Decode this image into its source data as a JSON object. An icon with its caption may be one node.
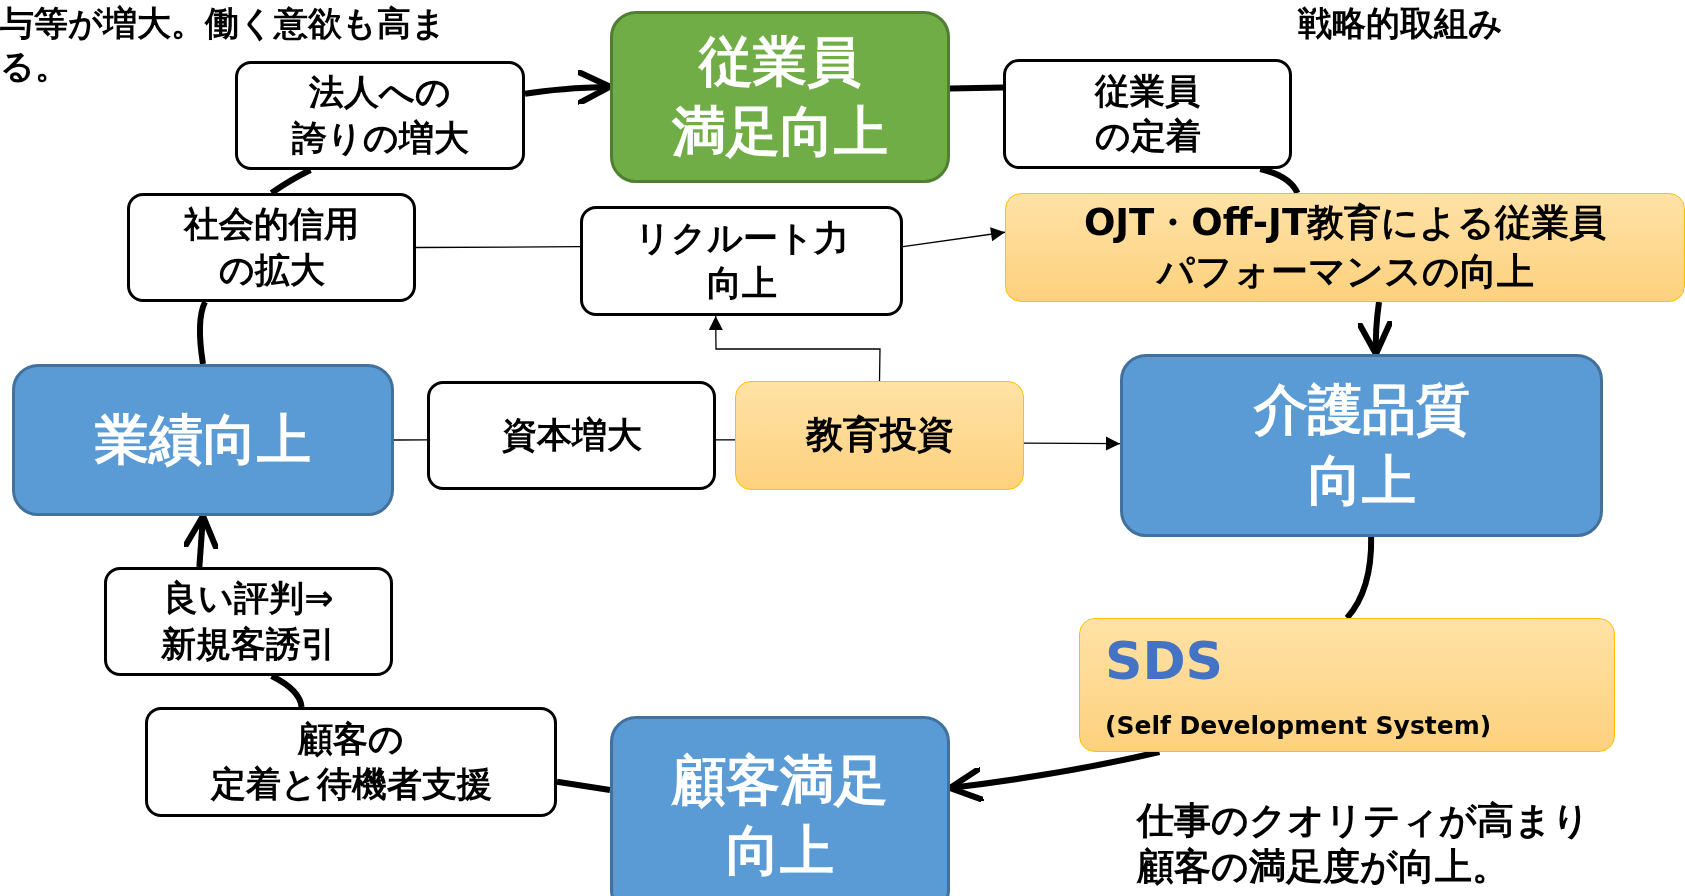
{
  "diagram": {
    "nodes": [
      {
        "text": [
          "従業員満足向上"
        ]
      },
      {
        "text": [
          "法人への誇りの増大"
        ]
      },
      {
        "text": [
          "従業員の定着"
        ]
      },
      {
        "text": [
          "社会的信用の拡大"
        ]
      },
      {
        "text": [
          "リクルート力向上"
        ]
      },
      {
        "text": [
          "OJT・Off-JT教育による従業員パフォーマンスの向上"
        ]
      },
      {
        "text": [
          "業績向上"
        ]
      },
      {
        "text": [
          "資本増大"
        ]
      },
      {
        "text": [
          "教育投資"
        ]
      },
      {
        "text": [
          "介護品質向上"
        ]
      },
      {
        "text": [
          "SDS",
          "(Self Development System)"
        ]
      },
      {
        "text": [
          "良い評判⇒新規客誘引"
        ]
      },
      {
        "text": [
          "顧客の定着と待機者支援"
        ]
      },
      {
        "text": [
          "顧客満足向上"
        ]
      }
    ],
    "edges": [
      {
        "from": 0,
        "to": 2,
        "arrow": "none"
      },
      {
        "from": 2,
        "to": 5,
        "arrow": "none"
      },
      {
        "from": 5,
        "to": 9,
        "arrow": "to"
      },
      {
        "from": 9,
        "to": 10,
        "arrow": "none"
      },
      {
        "from": 10,
        "to": 13,
        "arrow": "to"
      },
      {
        "from": 13,
        "to": 12,
        "arrow": "none"
      },
      {
        "from": 12,
        "to": 11,
        "arrow": "none"
      },
      {
        "from": 11,
        "to": 6,
        "arrow": "to"
      },
      {
        "from": 6,
        "to": 3,
        "arrow": "none"
      },
      {
        "from": 3,
        "to": 1,
        "arrow": "none"
      },
      {
        "from": 1,
        "to": 0,
        "arrow": "to"
      },
      {
        "from": 3,
        "to": 4,
        "arrow": "none"
      },
      {
        "from": 4,
        "to": 5,
        "arrow": "to"
      },
      {
        "from": 6,
        "to": 7,
        "arrow": "none"
      },
      {
        "from": 7,
        "to": 8,
        "arrow": "none"
      },
      {
        "from": 8,
        "to": 9,
        "arrow": "to"
      },
      {
        "from": 8,
        "to": 4,
        "arrow": "to"
      }
    ],
    "labels": [
      "与等が増大。働く意欲も高まる。",
      "戦略的取組み",
      "仕事のクオリティが高まり顧客の満足度が向上。"
    ]
  }
}
